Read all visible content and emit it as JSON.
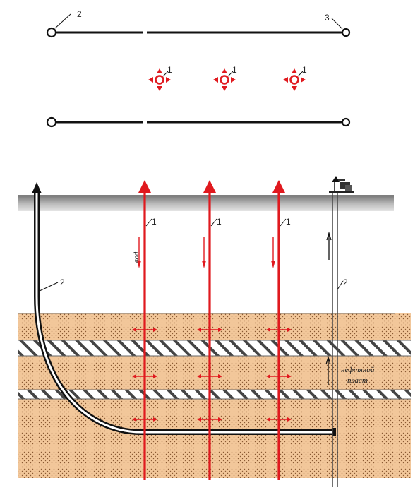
{
  "labels": {
    "injection_well": "1",
    "horizontal_well": "2",
    "producing_well": "3",
    "injection_arrow_text": "вод",
    "formation_text_line1": "нефтяной",
    "formation_text_line2": "пласт"
  },
  "colors": {
    "injection": "#e0191e",
    "well_line": "#111111",
    "formation_fill": "#f2c79a",
    "formation_dots": "#8a5a33",
    "surface_dark": "#7a7a7a",
    "surface_light": "#d6d6d6"
  }
}
